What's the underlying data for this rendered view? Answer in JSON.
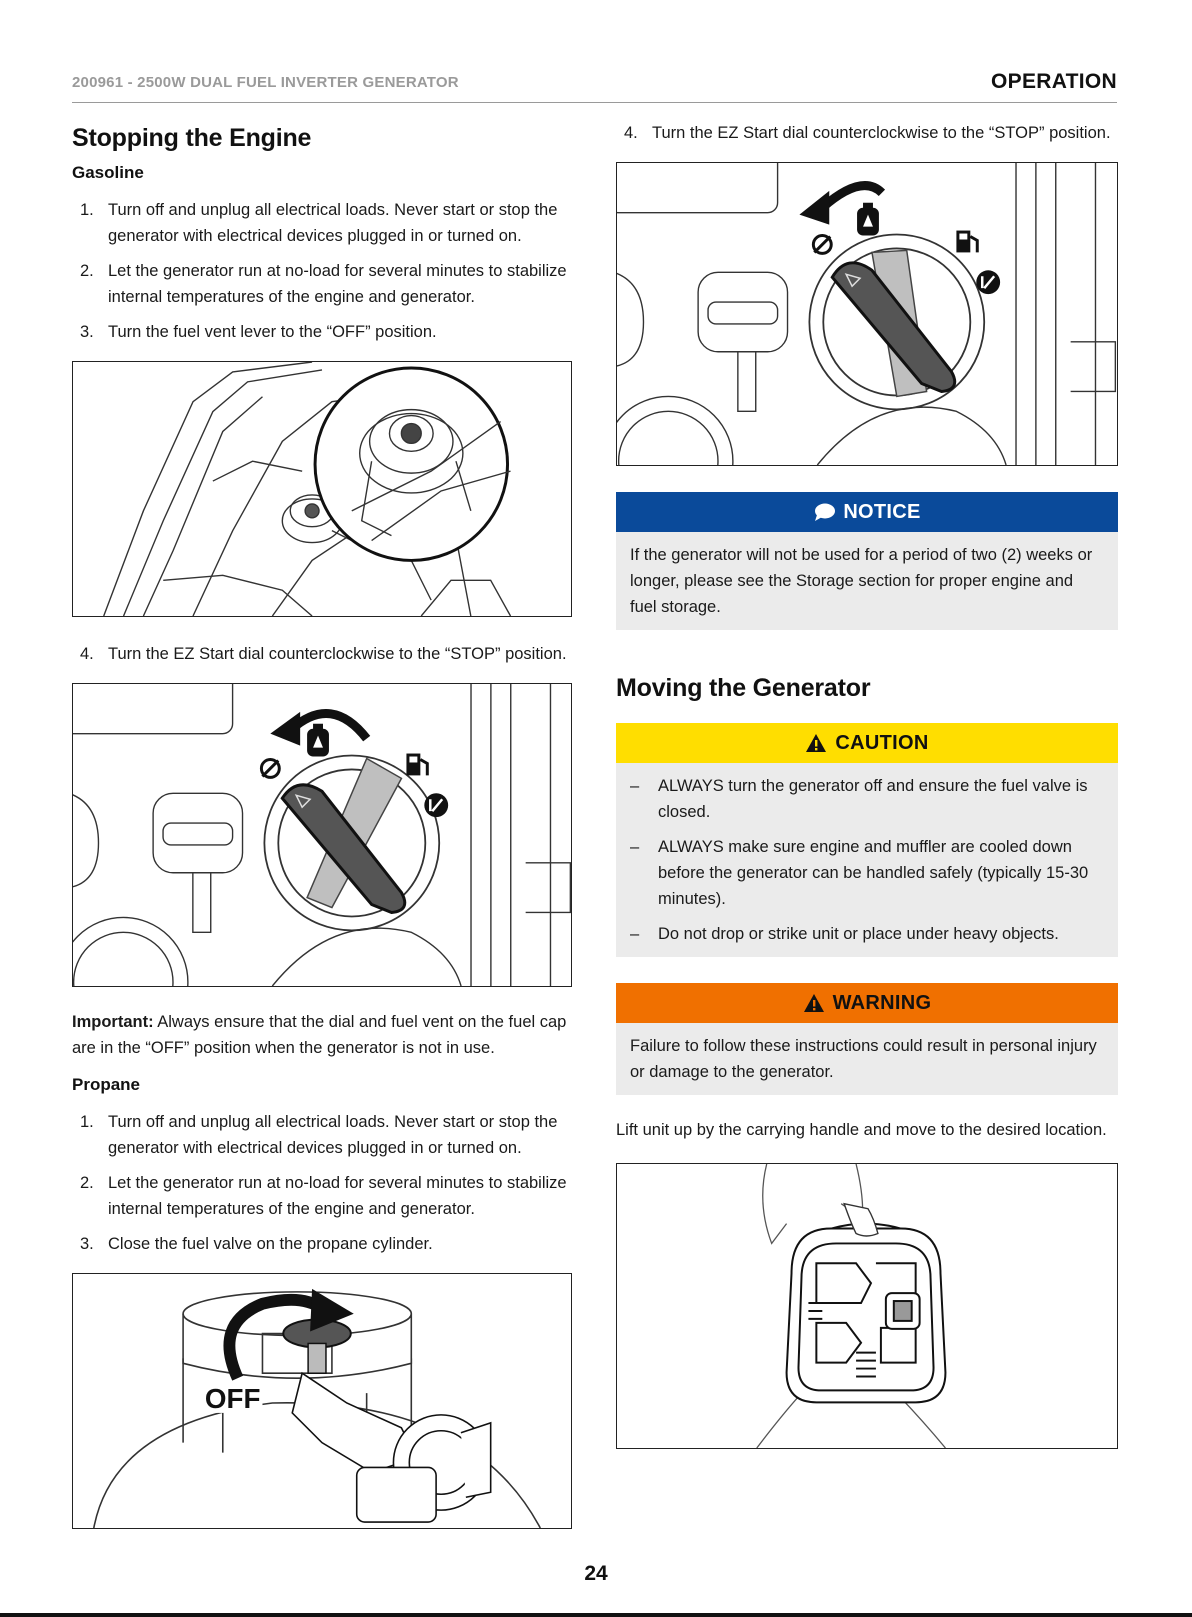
{
  "header": {
    "doc_title": "200961 - 2500W DUAL FUEL INVERTER GENERATOR",
    "section": "OPERATION"
  },
  "left": {
    "title": "Stopping the Engine",
    "gasoline": {
      "heading": "Gasoline",
      "steps_a": [
        {
          "num": "1.",
          "text": "Turn off and unplug all electrical loads. Never start or stop the generator with electrical devices plugged in or turned on."
        },
        {
          "num": "2.",
          "text": "Let the generator run at no-load for several minutes to stabilize internal temperatures of the engine and generator."
        },
        {
          "num": "3.",
          "text": "Turn the fuel vent lever to the “OFF” position."
        }
      ],
      "step4": {
        "num": "4.",
        "text": "Turn the EZ Start dial counterclockwise to the “STOP” position."
      }
    },
    "important": {
      "label": "Important:",
      "text": " Always ensure that the dial and fuel vent on the fuel cap are in the “OFF” position when the generator is not in use."
    },
    "propane": {
      "heading": "Propane",
      "steps": [
        {
          "num": "1.",
          "text": "Turn off and unplug all electrical loads. Never start or stop the generator with electrical devices plugged in or turned on."
        },
        {
          "num": "2.",
          "text": "Let the generator run at no-load for several minutes to stabilize internal temperatures of the engine and generator."
        },
        {
          "num": "3.",
          "text": "Close the fuel valve on the propane cylinder."
        }
      ],
      "valve_label": "OFF"
    }
  },
  "right": {
    "step4": {
      "num": "4.",
      "text": "Turn the EZ Start dial counterclockwise to the “STOP” position."
    },
    "notice": {
      "title": "NOTICE",
      "text": "If the generator will not be used for a period of two (2) weeks or longer, please see the Storage section for proper engine and fuel storage."
    },
    "moving_title": "Moving the Generator",
    "caution": {
      "title": "CAUTION",
      "items": [
        "ALWAYS turn the generator off and ensure the fuel valve is closed.",
        "ALWAYS make sure engine and muffler are cooled down before the generator can be handled safely (typically 15-30 minutes).",
        "Do not drop or strike unit or place under heavy objects."
      ],
      "dash": "–"
    },
    "warning": {
      "title": "WARNING",
      "text": "Failure to follow these instructions could result in personal injury or damage to the generator."
    },
    "lift_text": "Lift unit up by the carrying handle and move to the desired location."
  },
  "page_number": "24",
  "colors": {
    "notice": "#0a4a9a",
    "caution": "#ffde00",
    "warning": "#f07000",
    "callout_body": "#ebebeb"
  },
  "icons": [
    "speech-bubble-icon",
    "warning-triangle-icon",
    "counterclockwise-arrow-icon",
    "fuel-pump-icon",
    "propane-tank-icon",
    "stop-icon"
  ]
}
